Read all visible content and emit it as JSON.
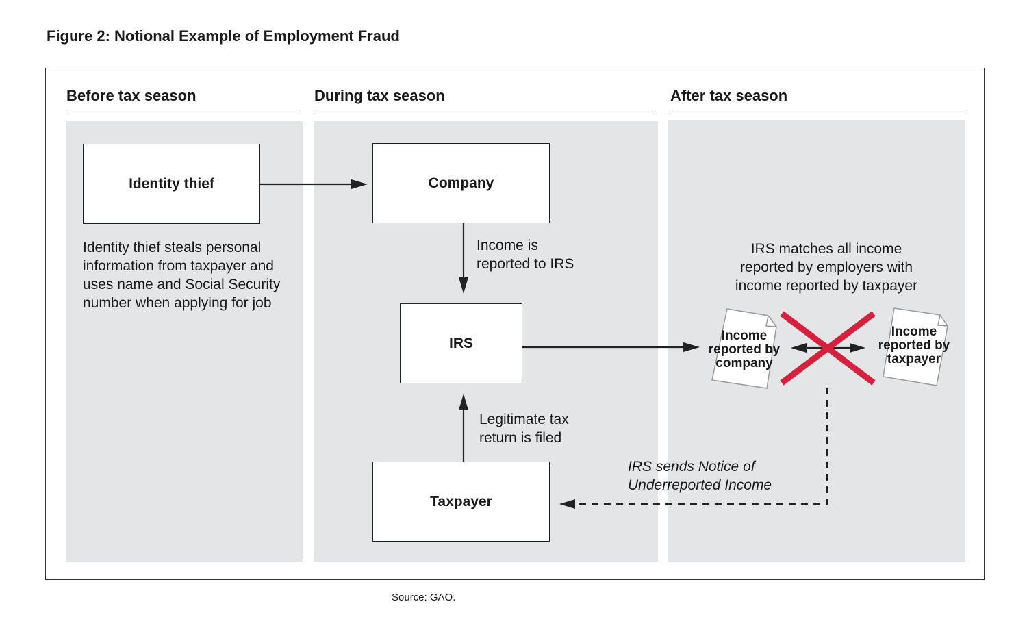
{
  "figure": {
    "title": "Figure 2: Notional Example of Employment Fraud",
    "source": "Source: GAO."
  },
  "columns": [
    {
      "heading": "Before tax season"
    },
    {
      "heading": "During tax season"
    },
    {
      "heading": "After tax season"
    }
  ],
  "boxes": {
    "identity_thief": "Identity thief",
    "company": "Company",
    "irs": "IRS",
    "taxpayer": "Taxpayer"
  },
  "notes": {
    "thief_description": [
      "Identity thief steals personal",
      "information from taxpayer and",
      "uses name and Social Security",
      "number when applying for job"
    ],
    "income_reported": [
      "Income is",
      "reported to IRS"
    ],
    "return_filed": [
      "Legitimate tax",
      "return is filed"
    ],
    "irs_matches": [
      "IRS matches all income",
      "reported by employers with",
      "income reported by taxpayer"
    ],
    "notice": [
      "IRS sends Notice of",
      "Underreported Income"
    ]
  },
  "documents": {
    "company_income": [
      "Income",
      "reported by",
      "company"
    ],
    "taxpayer_income": [
      "Income",
      "reported by",
      "taxpayer"
    ]
  },
  "colors": {
    "panel": "#e4e5e6",
    "line": "#222222",
    "mismatch_x": "#d4213d"
  },
  "icons": {
    "mismatch": "red-x-mark-icon",
    "document": "document-icon"
  }
}
